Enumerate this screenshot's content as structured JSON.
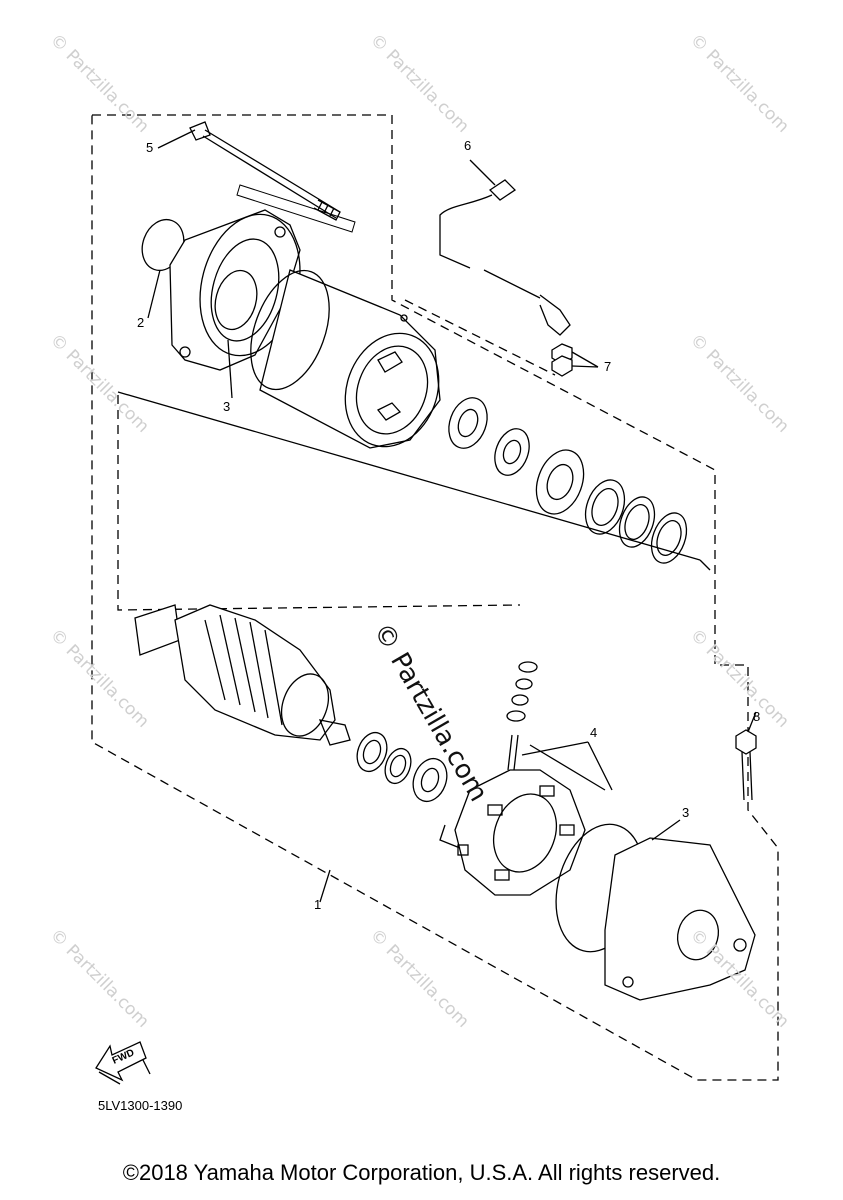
{
  "diagram": {
    "diagram_code": "5LV1300-1390",
    "copyright": "©2018 Yamaha Motor Corporation, U.S.A. All rights reserved.",
    "watermark_center": "© Partzilla.com",
    "watermark_small": "© Partzilla.com",
    "fwd_label": "FWD",
    "callouts": {
      "c1": "1",
      "c2": "2",
      "c3a": "3",
      "c3b": "3",
      "c4": "4",
      "c5": "5",
      "c6": "6",
      "c7": "7",
      "c8": "8"
    }
  }
}
